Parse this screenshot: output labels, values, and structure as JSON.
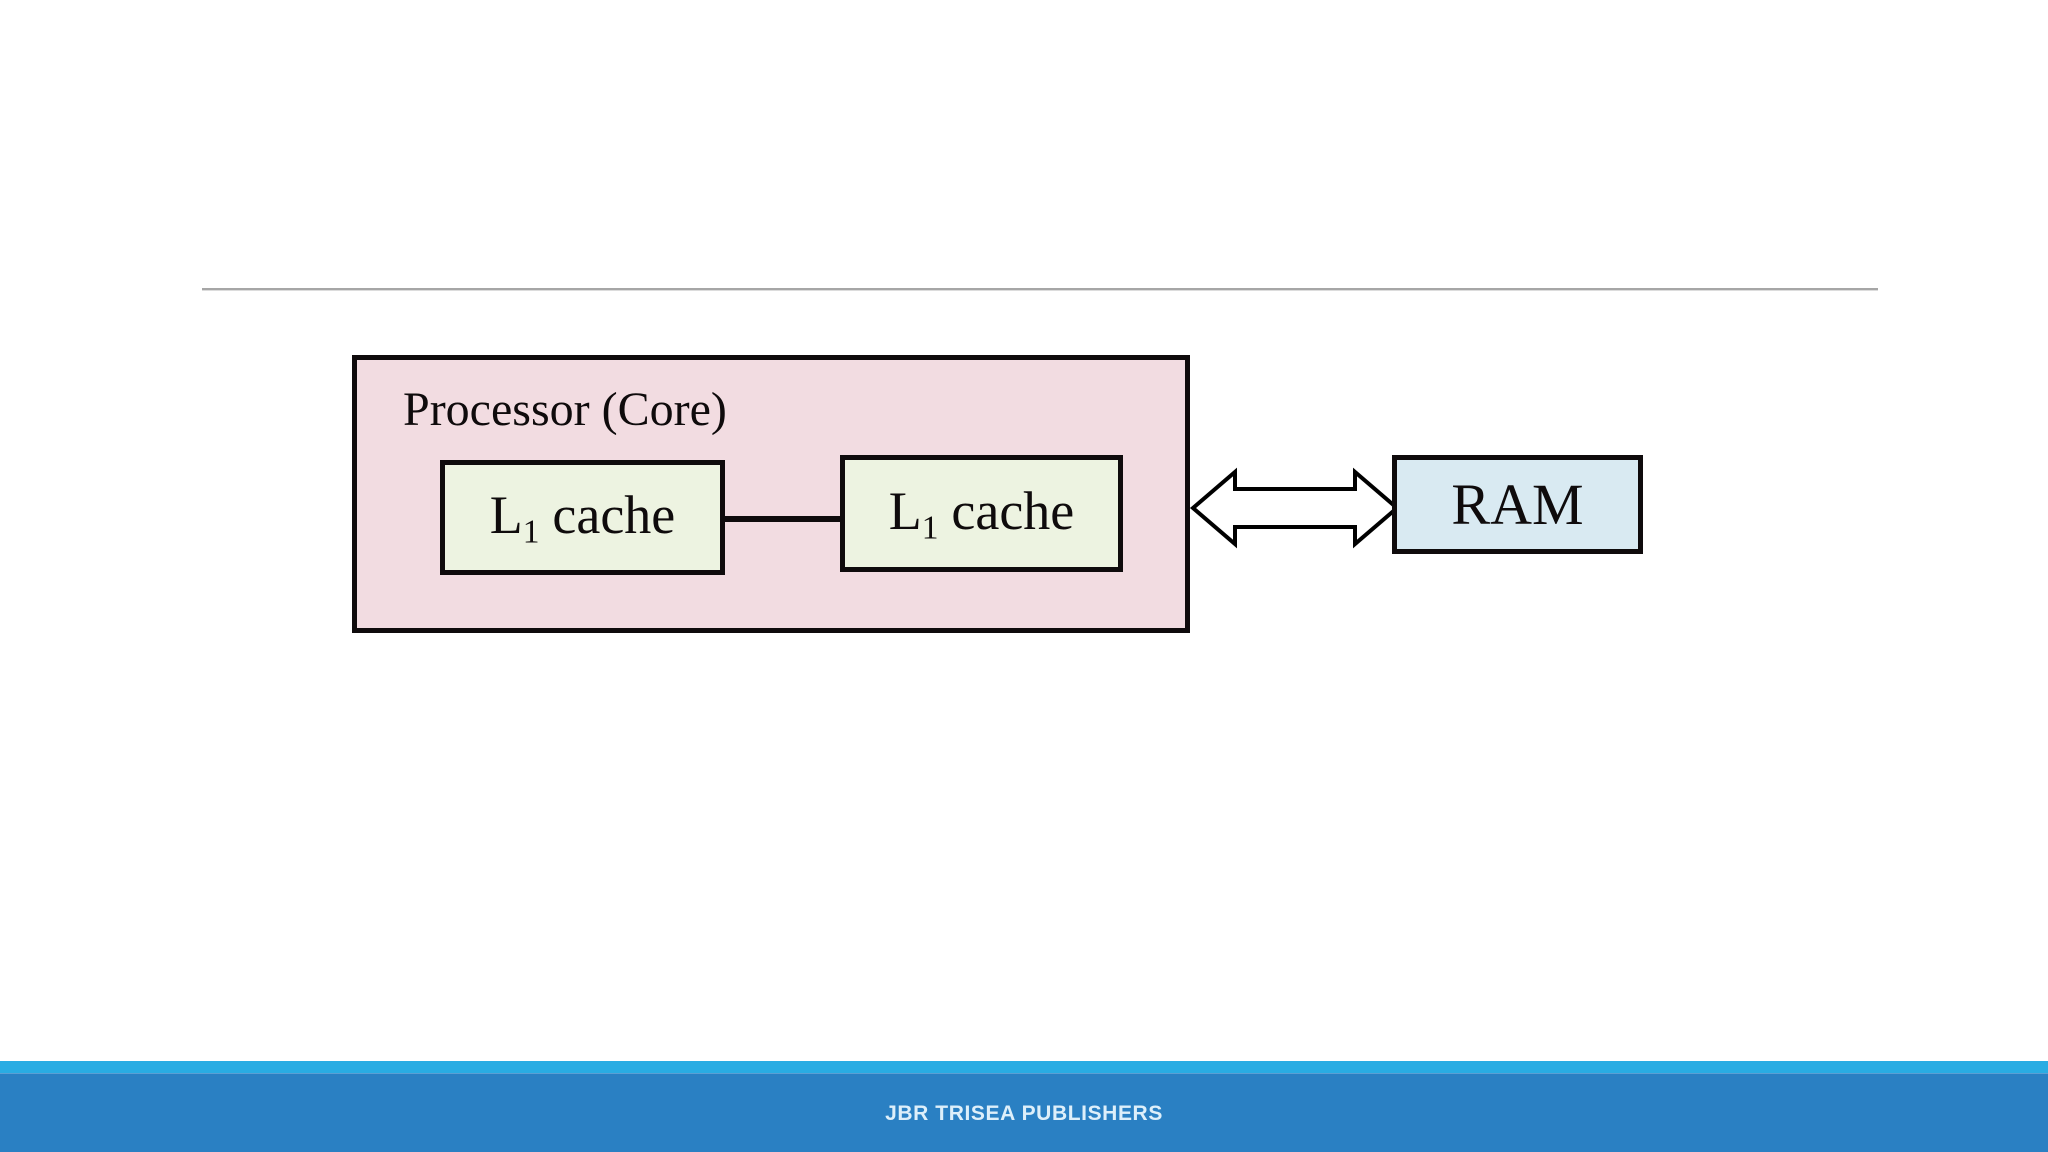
{
  "slide": {
    "background_color": "#ffffff",
    "divider_color": "#a6a6a6"
  },
  "diagram": {
    "processor": {
      "title": "Processor (Core)",
      "fill_color": "#f2dce1",
      "border_color": "#0f0b0c",
      "caches": [
        {
          "label_base": "L",
          "label_sub": "1",
          "label_rest": "cache",
          "fill_color": "#edf3e1"
        },
        {
          "label_base": "L",
          "label_sub": "1",
          "label_rest": "cache",
          "fill_color": "#edf3e1"
        }
      ]
    },
    "ram": {
      "label": "RAM",
      "fill_color": "#d9eaf2",
      "border_color": "#0f0b0c"
    },
    "bus_arrow": {
      "type": "double-headed",
      "fill_color": "#ffffff",
      "stroke_color": "#000000"
    }
  },
  "footer": {
    "publisher": "JBR TRISEA PUBLISHERS",
    "bar_color": "#2a80c3",
    "strip_color": "#29ace3",
    "text_color": "#ddeffa"
  }
}
